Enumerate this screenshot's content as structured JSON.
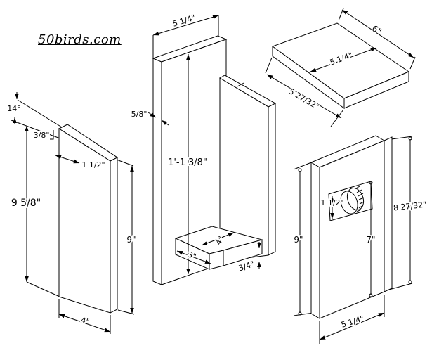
{
  "site": {
    "name": "50birds.com"
  },
  "colors": {
    "line": "#000000",
    "background": "#ffffff"
  },
  "diagrams": {
    "side_panel": {
      "angle": "14°",
      "bevel_depth": "3/8\"",
      "top_offset": "1 1/2\"",
      "back_height": "9 5/8\"",
      "front_height": "9\"",
      "bottom_width": "4\""
    },
    "back_assembly": {
      "top_width": "5 1/4\"",
      "board_thickness": "5/8\"",
      "total_height": "1'-1 3/8\"",
      "floor_depth": "3\"",
      "floor_width": "4\"",
      "floor_thickness": "3/4\""
    },
    "roof": {
      "edge_length": "6\"",
      "width": "5 1/4\"",
      "slope_length": "5 27/32\""
    },
    "front_panel": {
      "hole_diameter": "1 1/2\"",
      "hole_center_height": "7\"",
      "side_height": "9\"",
      "back_height": "8 27/32\"",
      "width": "5 1/4\""
    }
  }
}
